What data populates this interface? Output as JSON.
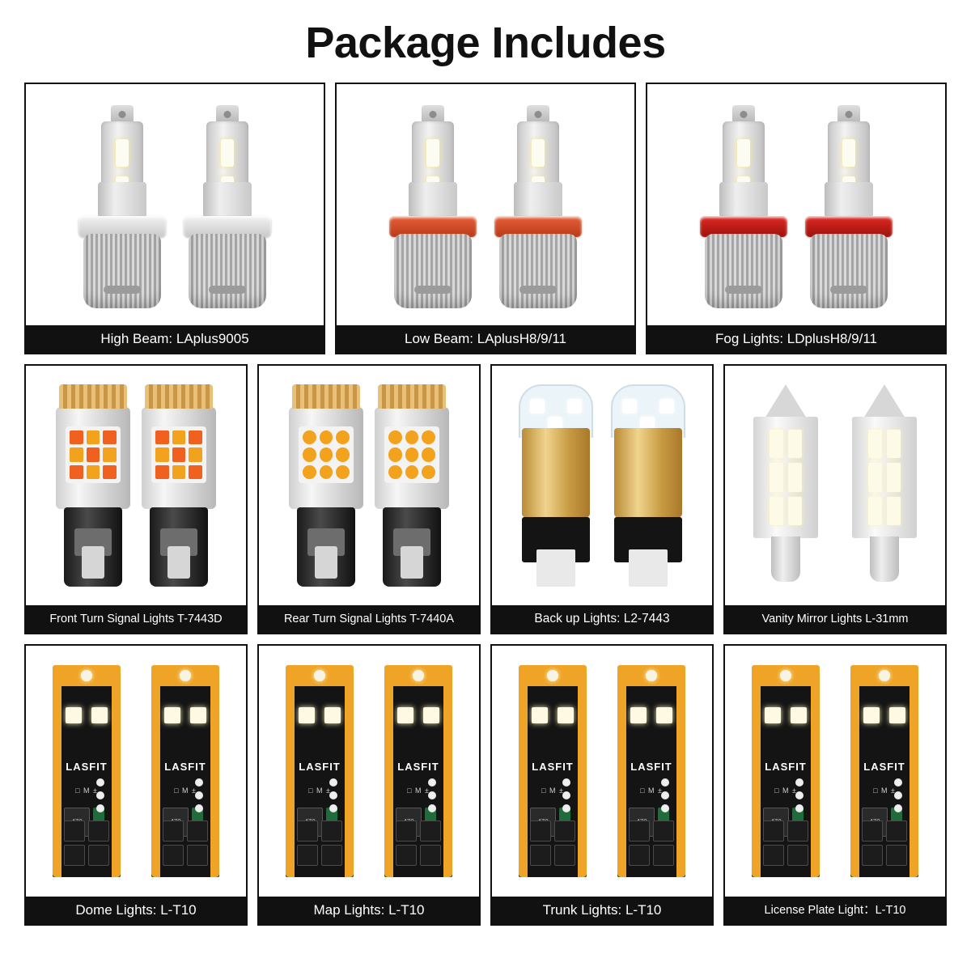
{
  "header": {
    "title": "Package Includes"
  },
  "items": [
    {
      "caption": "High Beam: LAplus9005",
      "type": "headlight",
      "collar": "gray"
    },
    {
      "caption": "Low Beam: LAplusH8/9/11",
      "type": "headlight",
      "collar": "orange"
    },
    {
      "caption": "Fog Lights: LDplusH8/9/11",
      "type": "headlight",
      "collar": "red"
    },
    {
      "caption": "Front Turn Signal Lights T-7443D",
      "type": "signal",
      "led": "red"
    },
    {
      "caption": "Rear Turn Signal Lights T-7440A",
      "type": "signal",
      "led": "amber"
    },
    {
      "caption": "Back up Lights: L2-7443",
      "type": "backup"
    },
    {
      "caption": "Vanity Mirror Lights L-31mm",
      "type": "festoon"
    },
    {
      "caption": "Dome Lights: L-T10",
      "type": "t10"
    },
    {
      "caption": "Map Lights: L-T10",
      "type": "t10"
    },
    {
      "caption": "Trunk Lights: L-T10",
      "type": "t10"
    },
    {
      "caption": "License Plate Light：L-T10",
      "type": "t10"
    }
  ],
  "pcb": {
    "brand": "LASFIT",
    "marking": "□ M ±",
    "cap_label": "470"
  },
  "colors": {
    "frame": "#111111",
    "caption_bg": "#111111",
    "caption_text": "#ffffff",
    "amber": "#f2a21c",
    "red_led": "#f0601f",
    "pcb_gold": "#efa427",
    "pcb_black": "#141414"
  }
}
